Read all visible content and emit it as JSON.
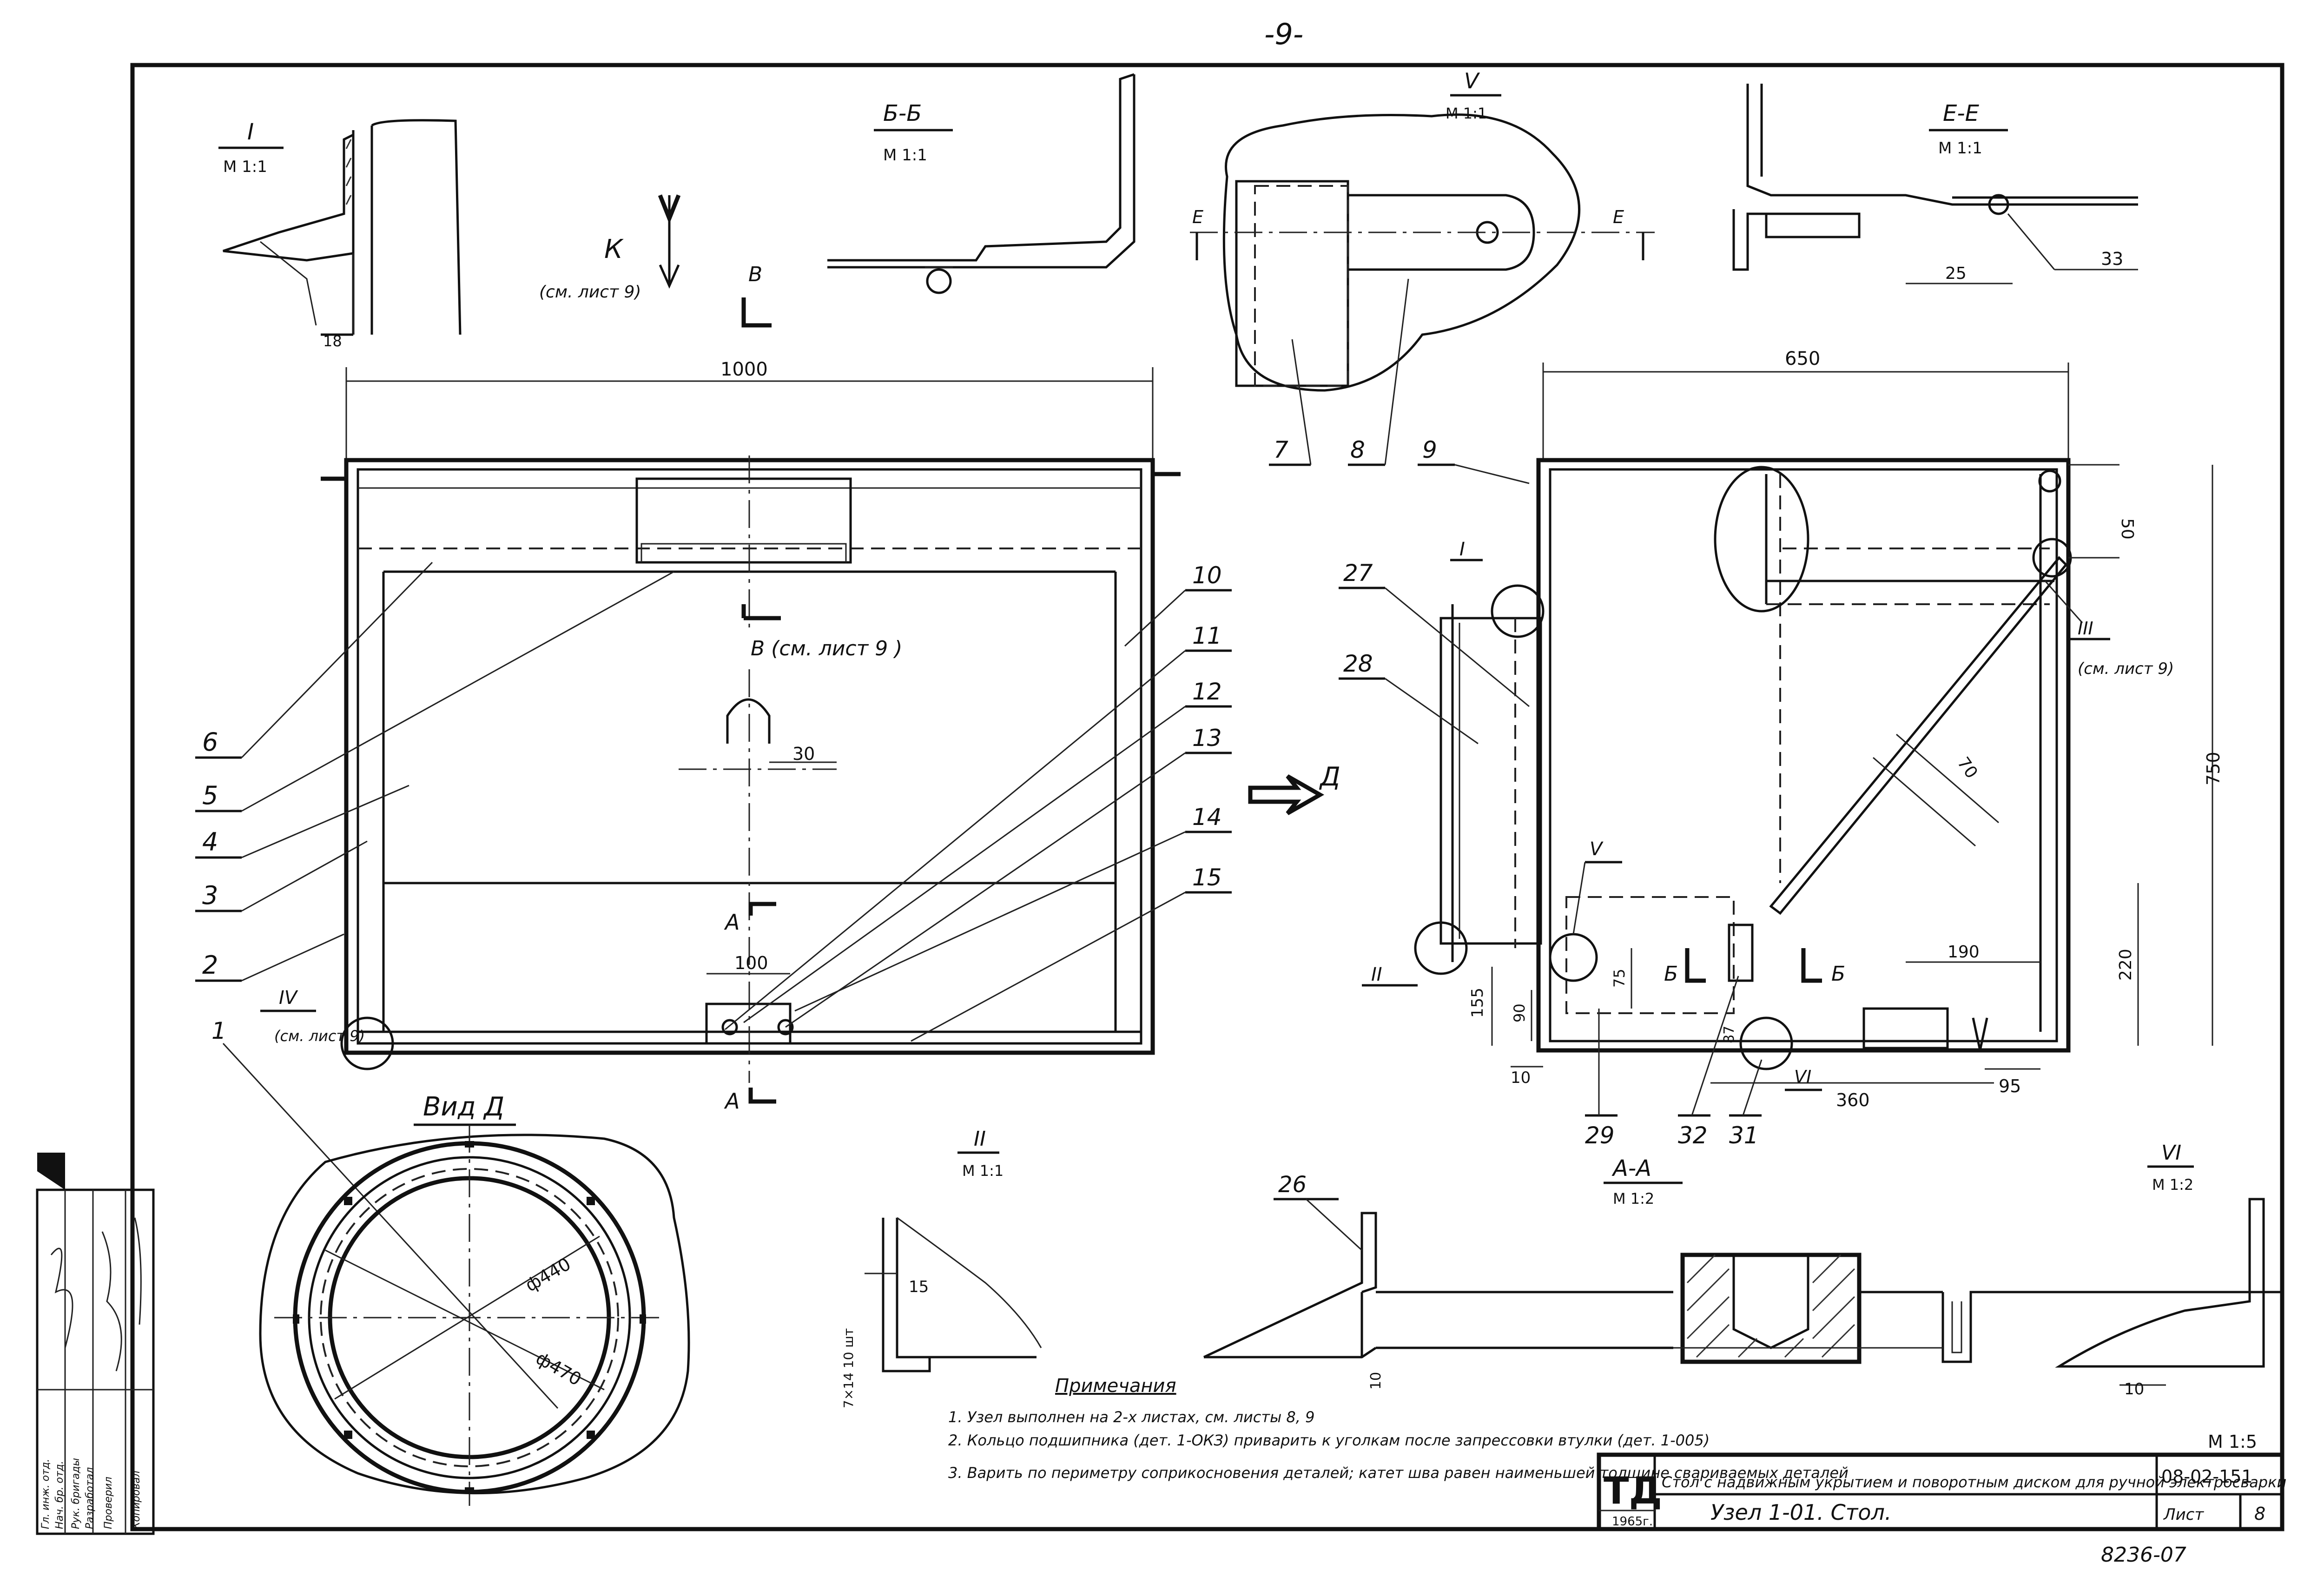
{
  "page_number": "-9-",
  "views": {
    "view_I": {
      "title": "I",
      "scale": "М 1:1",
      "dim": "18"
    },
    "view_BB": {
      "title": "Б-Б",
      "scale": "М 1:1"
    },
    "view_V": {
      "title": "V",
      "scale": "М 1:1",
      "mark_left": "Е",
      "mark_right": "Е"
    },
    "view_EE": {
      "title": "Е-Е",
      "scale": "М 1:1",
      "dim": "25",
      "callout": "33"
    },
    "view_K": {
      "label": "К",
      "note": "(см. лист 9)"
    },
    "section_V_mark": "В",
    "main": {
      "width_dim": "1000",
      "hole_dim": "30",
      "section_B_note": "В (см. лист 9 )",
      "a_mark_top": "А",
      "a_mark_bottom": "А",
      "tab_dim": "100",
      "callout_IV": "IV",
      "callout_IV_note": "(см. лист 9)",
      "view_D_arrow": "Д"
    },
    "side": {
      "width_dim": "650",
      "height_dim": "750",
      "dim_50": "50",
      "dim_70": "70",
      "dim_220": "220",
      "dim_190": "190",
      "dim_155": "155",
      "dim_90": "90",
      "dim_75": "75",
      "dim_87": "87",
      "dim_10": "10",
      "dim_360": "360",
      "dim_95": "95",
      "callout_I": "I",
      "callout_II": "II",
      "callout_III": "III",
      "callout_III_note": "(см. лист 9)",
      "callout_V": "V",
      "callout_VI": "VI",
      "section_B1": "Б",
      "section_B2": "Б"
    },
    "view_D": {
      "title": "Вид Д",
      "d1": "ф440",
      "d2": "ф470"
    },
    "view_II": {
      "title": "II",
      "scale": "М 1:1",
      "dim_15": "15",
      "dim_weld": "7×14 10 шт",
      "dim_10": "10",
      "callout": "26"
    },
    "view_AA": {
      "title": "А-А",
      "scale": "М 1:2"
    },
    "view_VI": {
      "title": "VI",
      "scale": "М 1:2",
      "dim": "10"
    }
  },
  "callouts_left": [
    "6",
    "5",
    "4",
    "3",
    "2",
    "1"
  ],
  "callouts_right": [
    "10",
    "11",
    "12",
    "13",
    "14",
    "15"
  ],
  "callouts_top": [
    "7",
    "8",
    "9"
  ],
  "callouts_side": [
    "27",
    "28",
    "29",
    "32",
    "31"
  ],
  "notes": {
    "title": "Примечания",
    "items": [
      "1. Узел выполнен на 2-х листах, см. листы 8, 9",
      "2. Кольцо подшипника (дет. 1-ОКЗ) приварить к уголкам после запрессовки втулки (дет. 1-005)",
      "3. Варить по периметру соприкосновения деталей; катет шва равен наименьшей толщине свариваемых деталей"
    ]
  },
  "title_block": {
    "logo": "ТД",
    "year": "1965г.",
    "description": "Стол с надвижным укрытием и поворотным диском для ручной электросварки",
    "code": "08-02-151",
    "node": "Узел 1-01. Стол.",
    "sheet_label": "Лист",
    "sheet_no": "8",
    "scale": "М 1:5"
  },
  "approval_strip": [
    "Гл. инж. отд.",
    "Нач. бр. отд.",
    "Рук. бригады",
    "Разработал",
    "Проверил",
    "Копировал"
  ],
  "inventory_no": "8236-07"
}
